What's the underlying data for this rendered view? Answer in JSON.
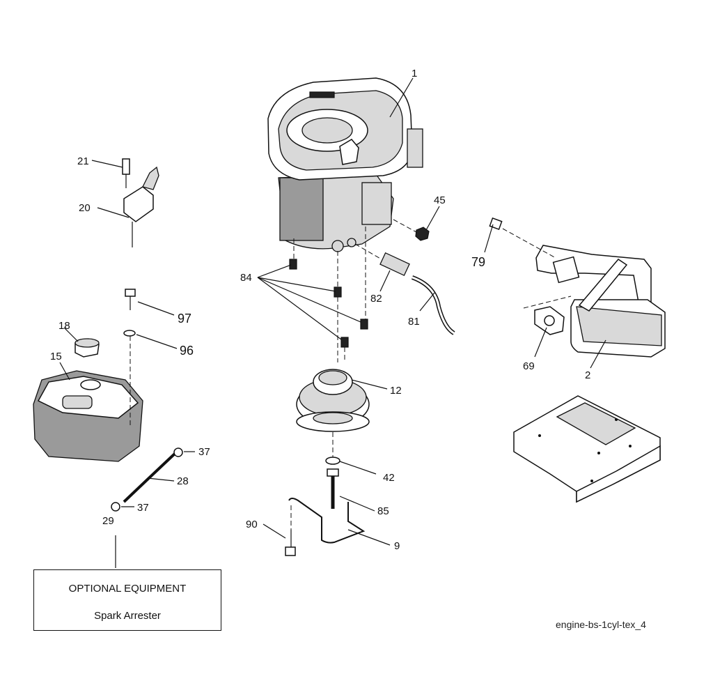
{
  "callouts": {
    "c1": "1",
    "c2": "2",
    "c9": "9",
    "c12": "12",
    "c15": "15",
    "c18": "18",
    "c20": "20",
    "c21": "21",
    "c28": "28",
    "c29": "29",
    "c37a": "37",
    "c37b": "37",
    "c42": "42",
    "c45": "45",
    "c69": "69",
    "c79": "79",
    "c81": "81",
    "c82": "82",
    "c84": "84",
    "c85": "85",
    "c90": "90",
    "c96": "96",
    "c97": "97"
  },
  "optional_box": {
    "title": "OPTIONAL EQUIPMENT",
    "subtitle": "Spark Arrester"
  },
  "caption": "engine-bs-1cyl-tex_4"
}
